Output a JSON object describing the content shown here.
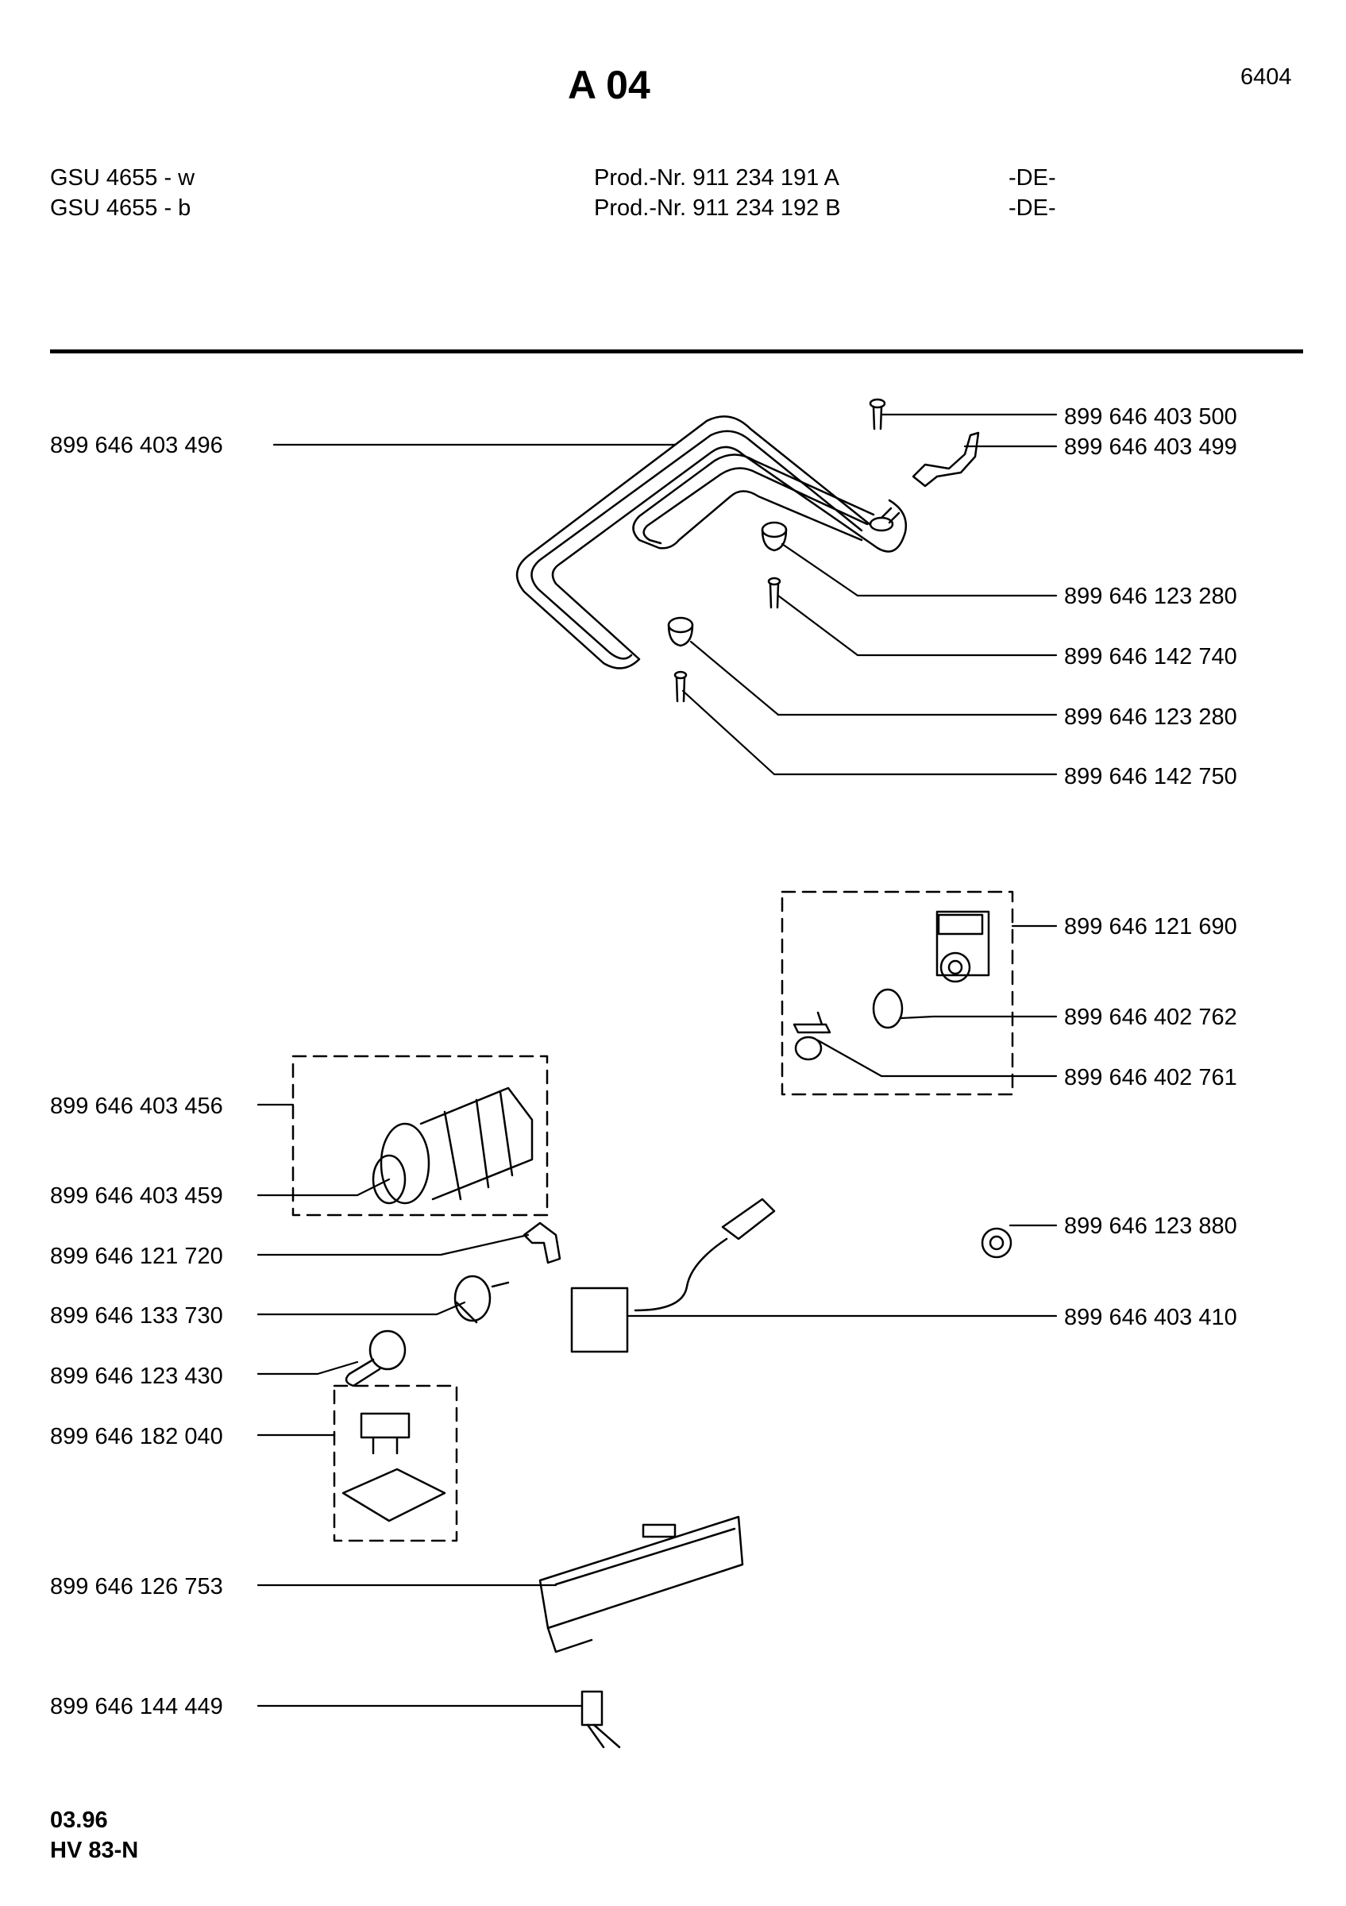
{
  "header": {
    "title": "A 04",
    "page_code": "6404",
    "models": [
      {
        "model": "GSU 4655 - w",
        "prod_nr": "Prod.-Nr. 911 234 191 A",
        "country": "-DE-"
      },
      {
        "model": "GSU 4655 - b",
        "prod_nr": "Prod.-Nr. 911 234 192 B",
        "country": "-DE-"
      }
    ]
  },
  "parts": {
    "left": [
      "899 646 403 496",
      "899 646 403 456",
      "899 646 403 459",
      "899 646 121 720",
      "899 646 133 730",
      "899 646 123 430",
      "899 646 182 040",
      "899 646 126 753",
      "899 646 144 449"
    ],
    "right": [
      "899 646 403 500",
      "899 646 403 499",
      "899 646 123 280",
      "899 646 142 740",
      "899 646 123 280",
      "899 646 142 750",
      "899 646 121 690",
      "899 646 402 762",
      "899 646 402 761",
      "899 646 123 880",
      "899 646 403 410"
    ]
  },
  "footer": {
    "date": "03.96",
    "code": "HV 83-N"
  }
}
